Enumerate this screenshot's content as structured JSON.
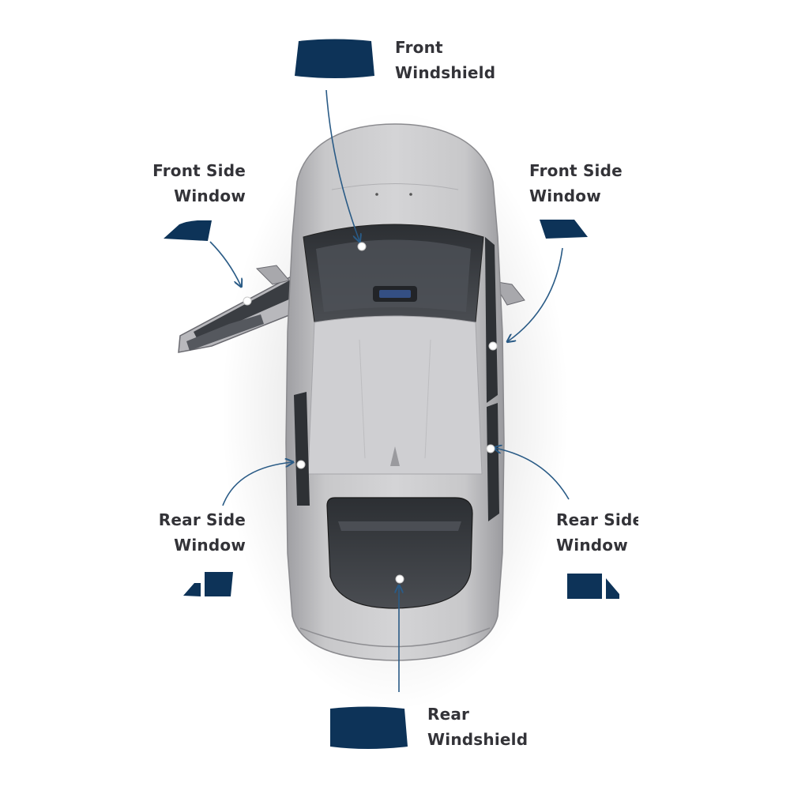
{
  "colors": {
    "glass_icon": "#0d3358",
    "arrow": "#2a5b86",
    "label_text": "#333338",
    "car_body": "#c4c4c6",
    "car_glass": "#3b3e42"
  },
  "labels": {
    "front_windshield": [
      "Front",
      "Windshield"
    ],
    "front_side_left": [
      "Front Side",
      "Window"
    ],
    "front_side_right": [
      "Front Side",
      "Window"
    ],
    "rear_side_left": [
      "Rear Side",
      "Window"
    ],
    "rear_side_right": [
      "Rear Side",
      "Window"
    ],
    "rear_windshield": [
      "Rear",
      "Windshield"
    ]
  },
  "icons": {
    "front_windshield": "front-windshield-icon",
    "front_side_left": "front-side-window-icon",
    "front_side_right": "front-side-window-icon",
    "rear_side_left": "rear-side-window-icon",
    "rear_side_right": "rear-side-window-icon",
    "rear_windshield": "rear-windshield-icon"
  }
}
